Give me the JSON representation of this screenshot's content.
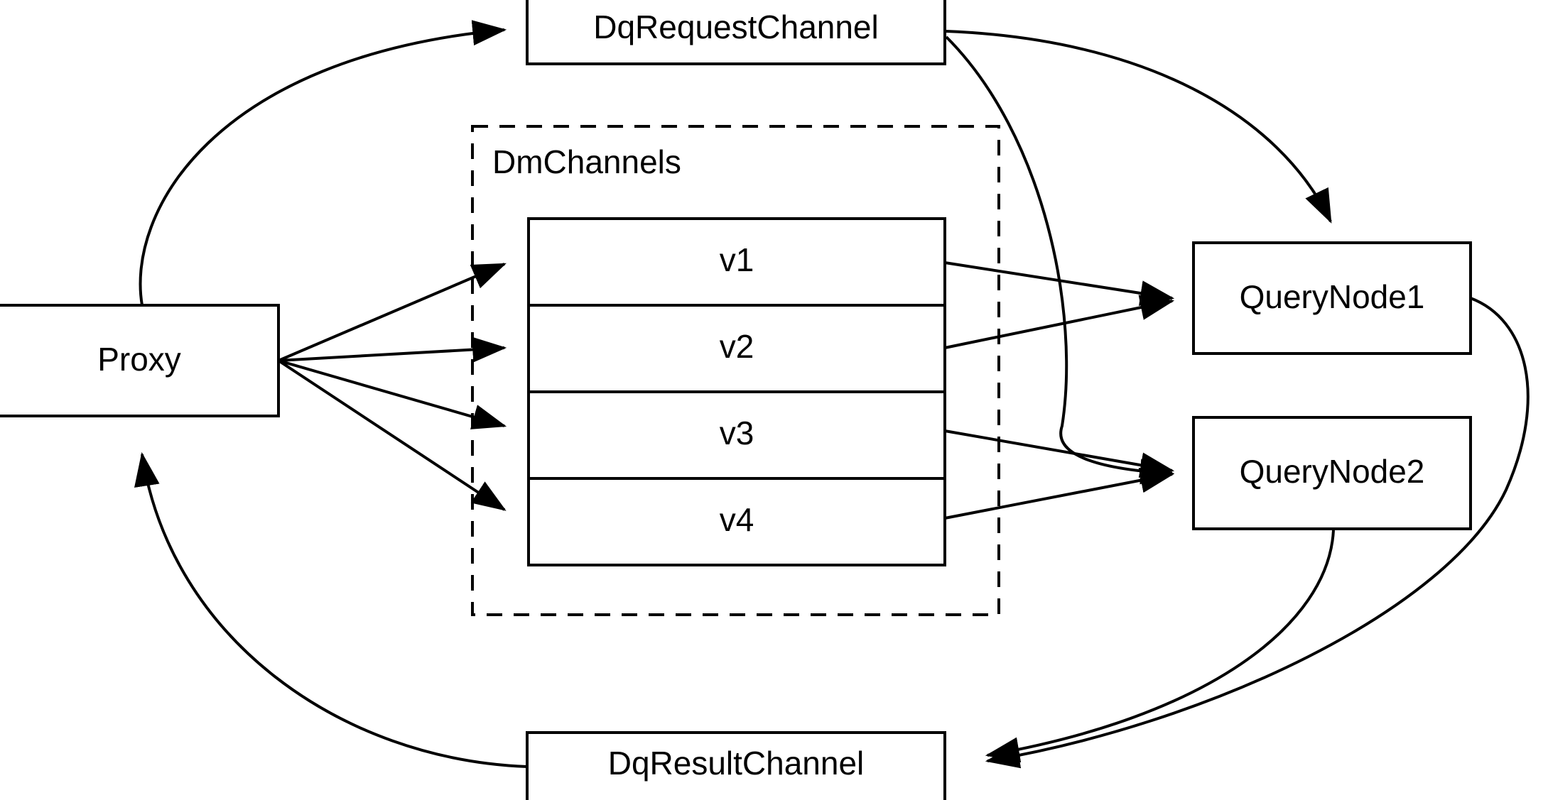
{
  "diagram": {
    "type": "flow-architecture",
    "background_color": "#ffffff",
    "stroke_color": "#000000",
    "nodes": {
      "proxy": {
        "label": "Proxy"
      },
      "dq_request_channel": {
        "label": "DqRequestChannel"
      },
      "dq_result_channel": {
        "label": "DqResultChannel"
      },
      "query_node_1": {
        "label": "QueryNode1"
      },
      "query_node_2": {
        "label": "QueryNode2"
      },
      "dm_channels_group": {
        "label": "DmChannels"
      }
    },
    "channel_rows": [
      {
        "label": "v1"
      },
      {
        "label": "v2"
      },
      {
        "label": "v3"
      },
      {
        "label": "v4"
      }
    ],
    "edges": [
      {
        "from": "Proxy",
        "to": "DqRequestChannel"
      },
      {
        "from": "Proxy",
        "to": "v1"
      },
      {
        "from": "Proxy",
        "to": "v2"
      },
      {
        "from": "Proxy",
        "to": "v3"
      },
      {
        "from": "Proxy",
        "to": "v4"
      },
      {
        "from": "DqRequestChannel",
        "to": "QueryNode1"
      },
      {
        "from": "DqRequestChannel",
        "to": "QueryNode2"
      },
      {
        "from": "v1",
        "to": "QueryNode1"
      },
      {
        "from": "v2",
        "to": "QueryNode1"
      },
      {
        "from": "v3",
        "to": "QueryNode2"
      },
      {
        "from": "v4",
        "to": "QueryNode2"
      },
      {
        "from": "QueryNode1",
        "to": "DqResultChannel"
      },
      {
        "from": "QueryNode2",
        "to": "DqResultChannel"
      },
      {
        "from": "DqResultChannel",
        "to": "Proxy"
      }
    ]
  }
}
